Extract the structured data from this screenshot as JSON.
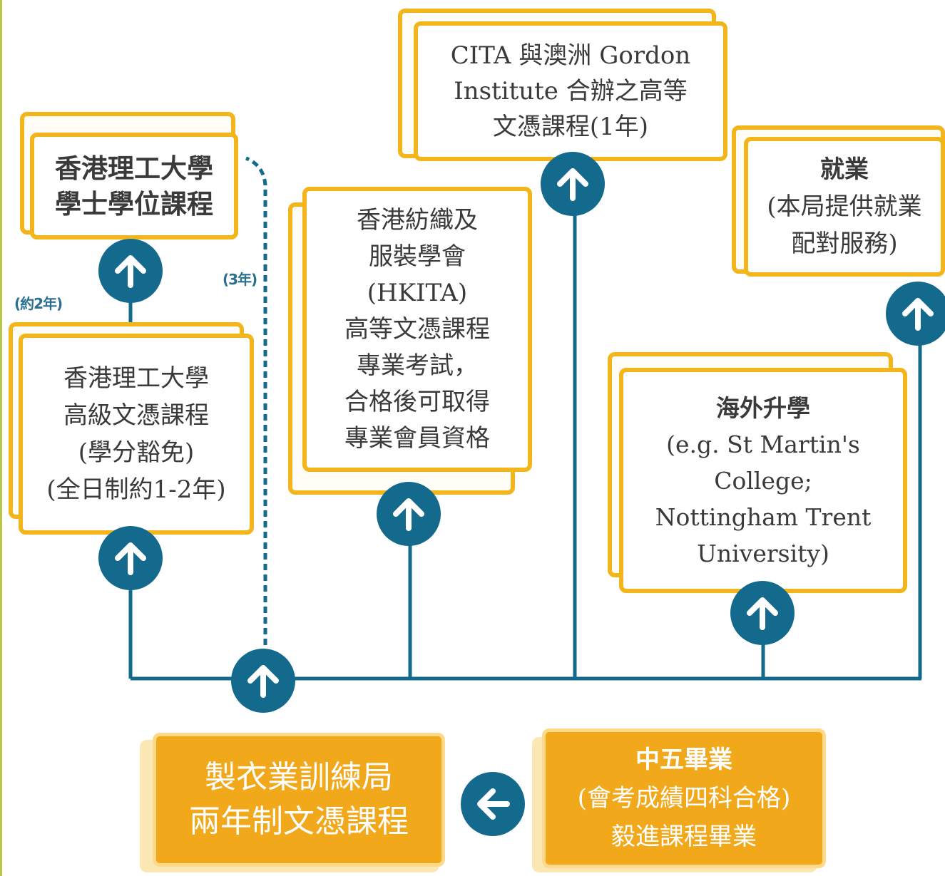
{
  "boxes": {
    "polyu_degree": {
      "lines": [
        "香港理工大學",
        "學士學位課程"
      ]
    },
    "polyu_hd": {
      "lines": [
        "香港理工大學",
        "高級文憑課程",
        "(學分豁免)",
        "(全日制約1-2年)"
      ]
    },
    "hkita": {
      "lines": [
        "香港紡織及",
        "服裝學會",
        "(HKITA)",
        "高等文憑課程",
        "專業考試，",
        "合格後可取得",
        "專業會員資格"
      ]
    },
    "cita_gordon": {
      "lines": [
        "CITA 與澳洲 Gordon",
        "Institute 合辦之高等",
        "文憑課程(1年)"
      ]
    },
    "employment": {
      "lines": [
        "就業",
        "(本局提供就業",
        "配對服務)"
      ]
    },
    "overseas": {
      "lines": [
        "海外升學",
        "(e.g. St Martin's",
        "College;",
        "Nottingham Trent",
        "University)"
      ]
    },
    "diploma": {
      "lines": [
        "製衣業訓練局",
        "兩年制文憑課程"
      ]
    },
    "form5": {
      "lines": [
        "中五畢業",
        "(會考成績四科合格)",
        "毅進課程畢業"
      ]
    }
  },
  "durations": {
    "about_2_years": "(約2年)",
    "three_years": "(3年)"
  },
  "colors": {
    "teal": "#136a8c",
    "gold": "#f2b51b",
    "orange": "#f2a81b"
  }
}
